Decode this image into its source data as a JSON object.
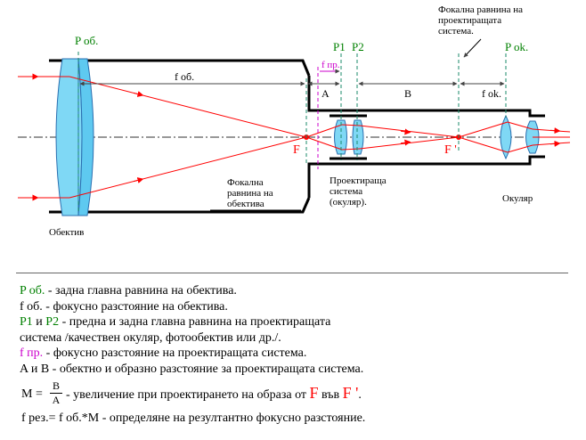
{
  "diagram": {
    "label_p_ob": "P об.",
    "label_f_ob": "f об.",
    "label_f_pr": "f пр.",
    "label_p1": "P1",
    "label_p2": "P2",
    "label_p_ok": "P ok.",
    "label_a": "A",
    "label_b": "B",
    "label_f_ok": "f ok.",
    "label_F": "F",
    "label_F_prime": "F '",
    "focal_plane_system_line1": "Фокална равнина на",
    "focal_plane_system_line2": "проектиращата",
    "focal_plane_system_line3": "система.",
    "focal_plane_obj_line1": "Фокална",
    "focal_plane_obj_line2": "равнина на",
    "focal_plane_obj_line3": "обектива",
    "proj_system_line1": "Проектираща",
    "proj_system_line2": "система",
    "proj_system_line3": "(окуляр).",
    "eyepiece": "Окуляр",
    "objective": "Обектив",
    "colors": {
      "ray": "#ff0000",
      "lens_fill": "#7fd8f5",
      "lens_stroke": "#2b6fb0",
      "focal_plane": "#1a8a6a",
      "green_label": "#008000",
      "magenta": "#cc00cc"
    }
  },
  "legend": {
    "l1_sym": "P об.",
    "l1_text": " - задна главна равнина на обектива.",
    "l2_sym": "f об.",
    "l2_text": " - фокусно разстояние на обектива.",
    "l3_p1": "P1",
    "l3_and": " и ",
    "l3_p2": "P2",
    "l3_text": " - предна и задна главна равнина на проектиращата",
    "l4_text": "система /качествен окуляр, фотообектив или др./.",
    "l5_sym": "f пр.",
    "l5_text": " - фокусно разстояние на проектиращата система.",
    "l6_text": "A и B - обектно и образно разстояние за проектиращата система.",
    "formula_m": "M =",
    "formula_num": "B",
    "formula_den": "A",
    "formula_text": " - увеличение при проектирането на образа от ",
    "formula_F": "F",
    "formula_into": " във ",
    "formula_F_prime": "F '",
    "formula_end": ".",
    "fres_text": "f рез.= f об.*M  - определяне на резултантно фокусно разстояние."
  }
}
